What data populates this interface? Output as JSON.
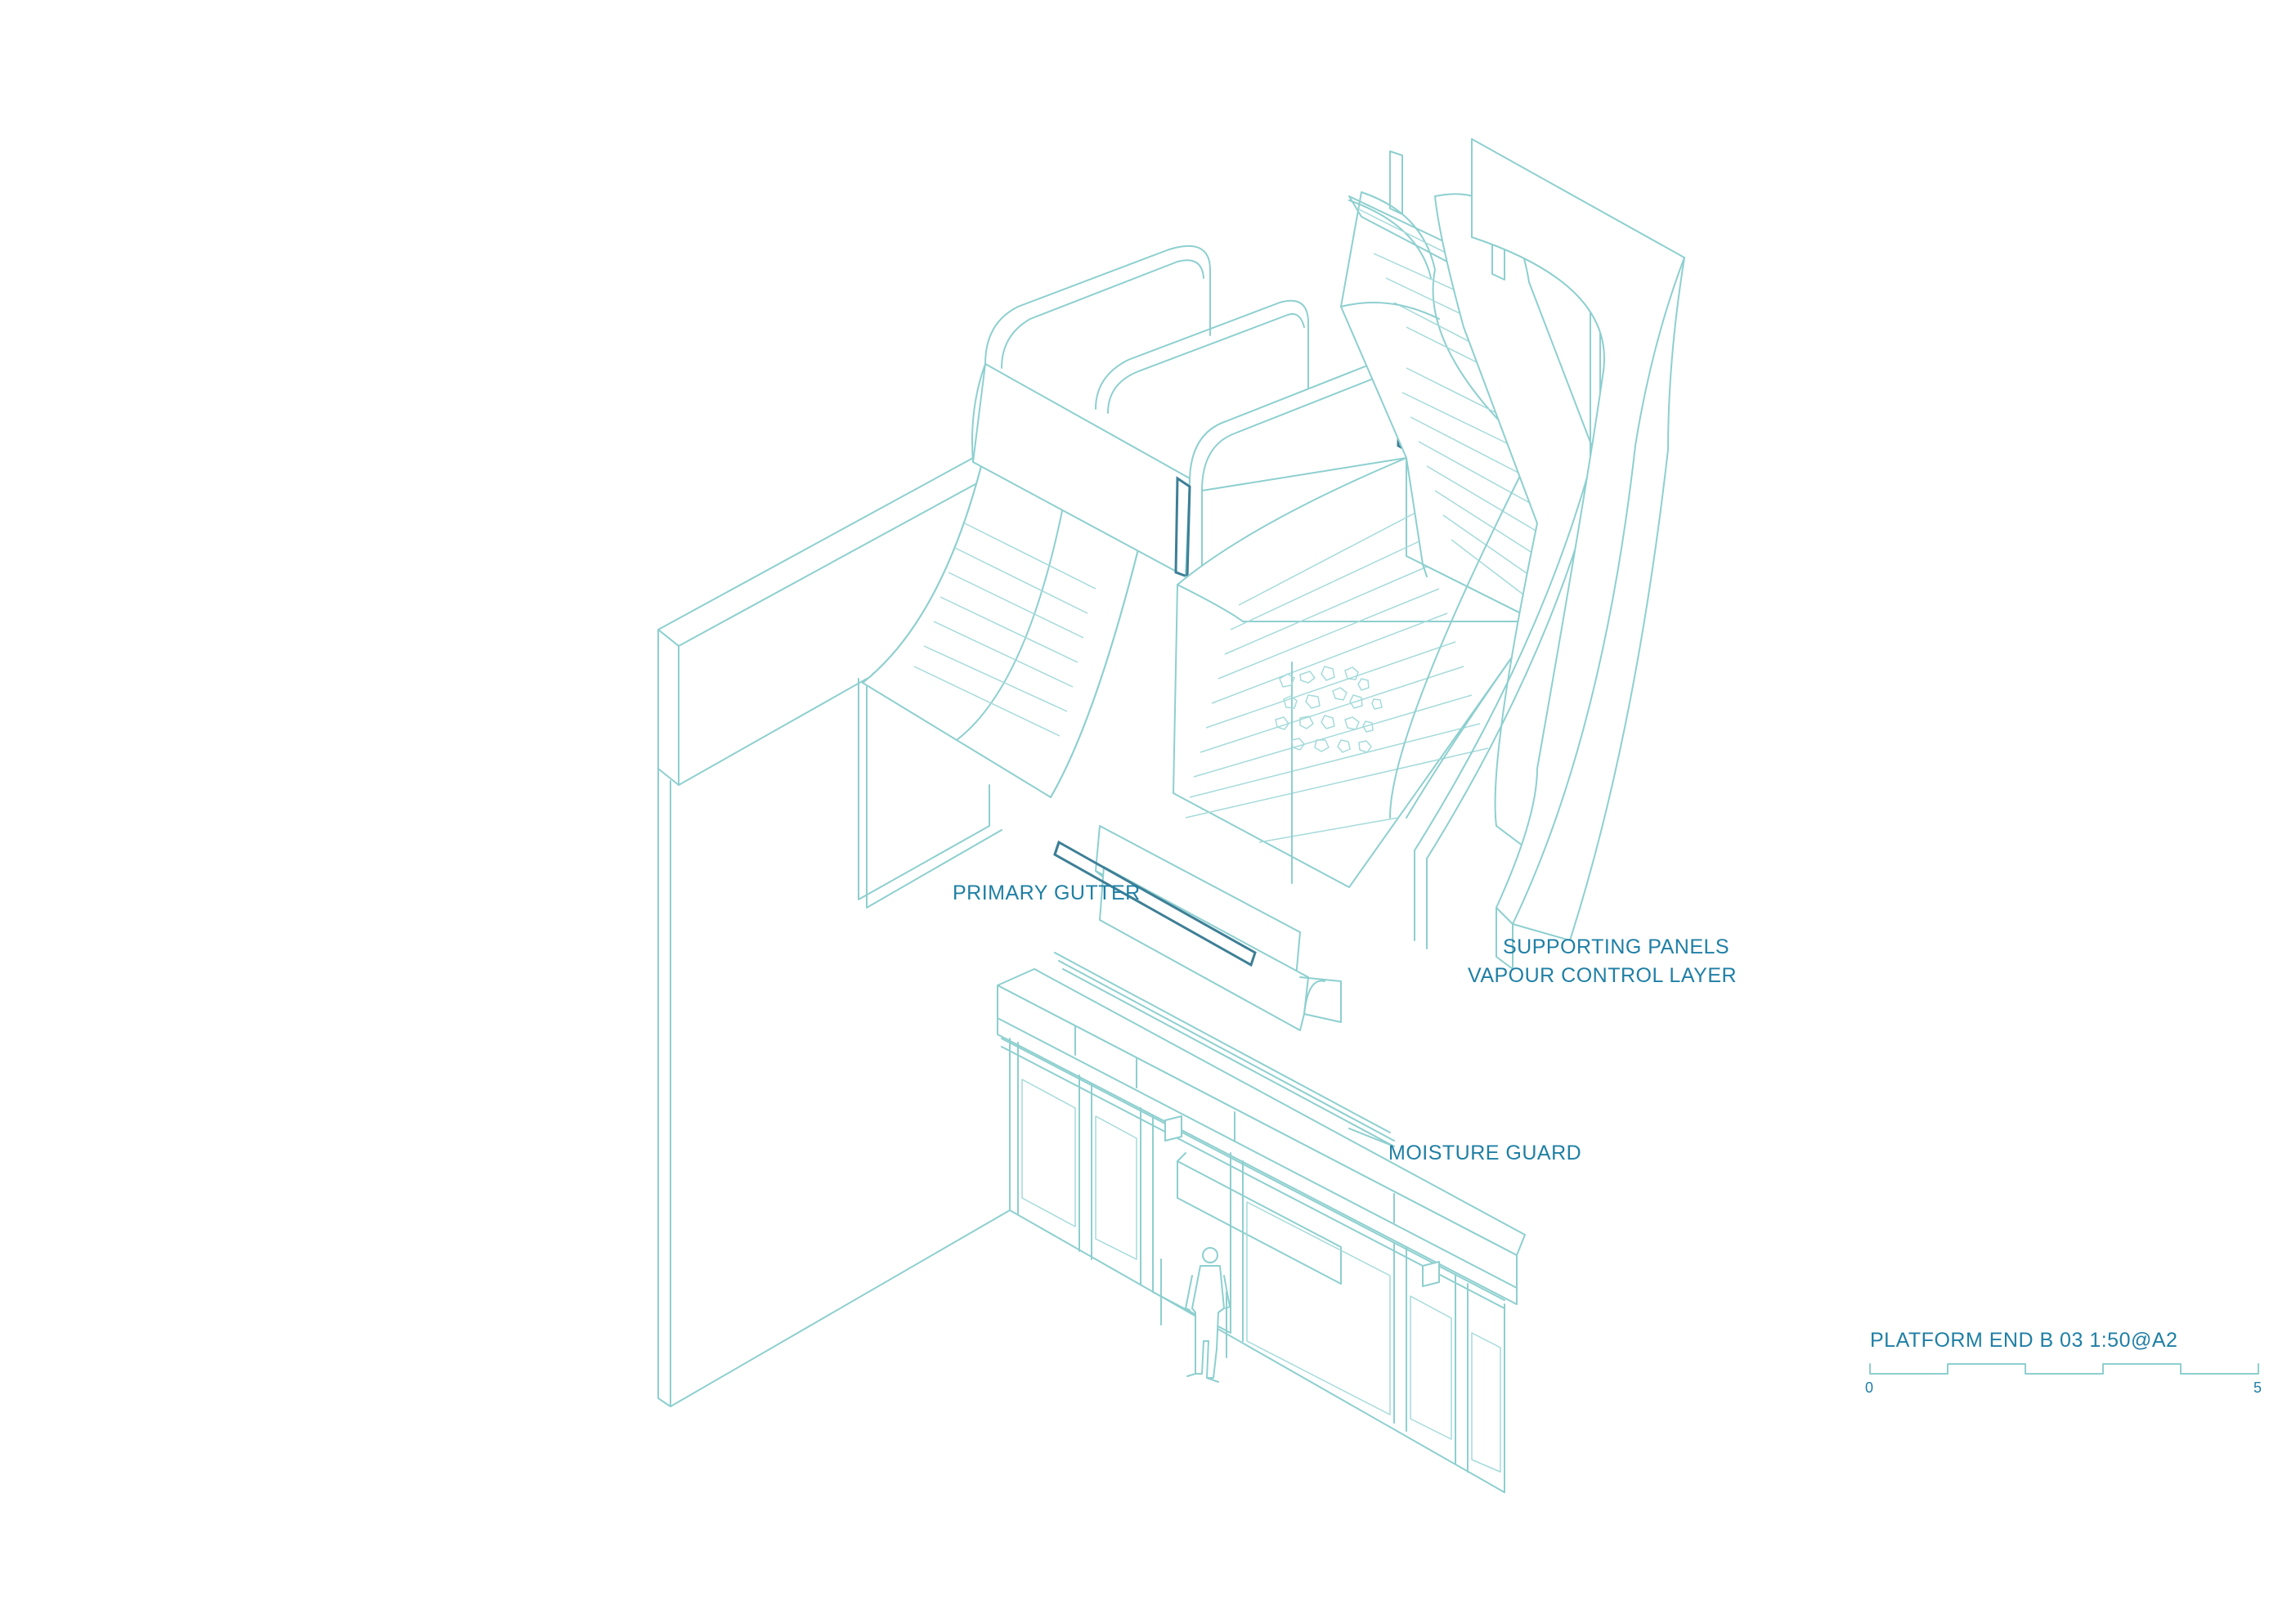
{
  "labels": {
    "primary_gutter": "PRIMARY GUTTER",
    "supporting_panels": "SUPPORTING PANELS",
    "vapour_control_layer": "VAPOUR CONTROL LAYER",
    "moisture_guard": "MOISTURE GUARD"
  },
  "title_block": {
    "title": "PLATFORM END B 03 1:50@A2",
    "scale_start": "0",
    "scale_end": "5"
  },
  "colors": {
    "line": "#8ecfcf",
    "label": "#1f7fa5",
    "accent": "#3d7f96"
  }
}
